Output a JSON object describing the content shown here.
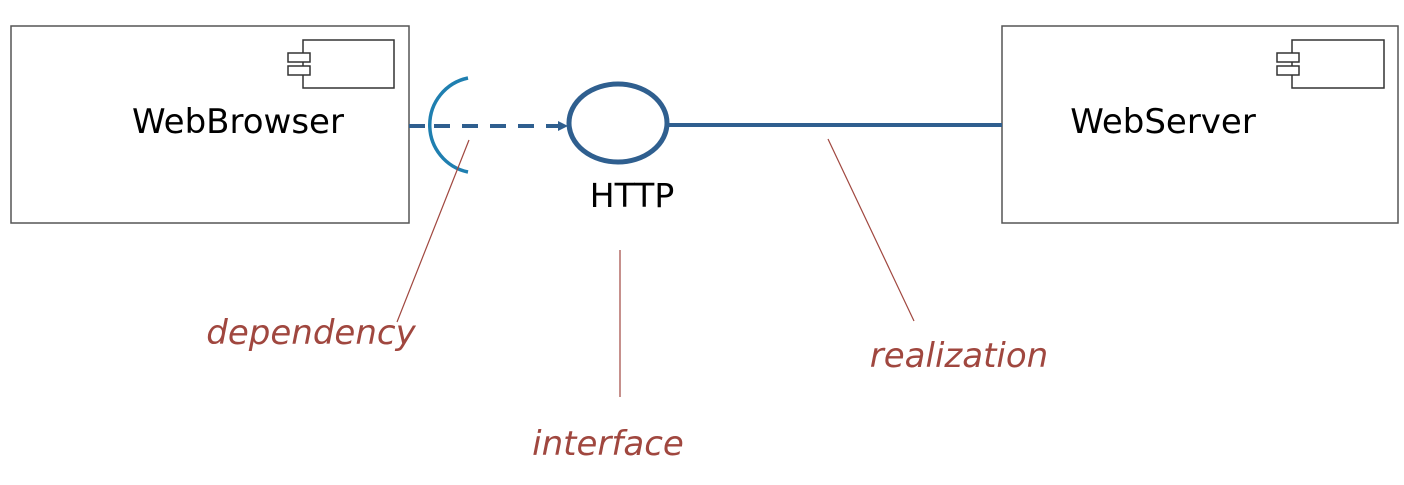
{
  "diagram": {
    "components": {
      "browser": {
        "name": "WebBrowser",
        "icon": "uml-component-icon"
      },
      "server": {
        "name": "WebServer",
        "icon": "uml-component-icon"
      }
    },
    "interface": {
      "name": "HTTP"
    },
    "annotations": {
      "dependency": "dependency",
      "interface": "interface",
      "realization": "realization"
    },
    "colors": {
      "connector": "#2f5f8f",
      "socket": "#1f7fb0",
      "annotation": "#a0473f",
      "box_border": "#555555",
      "text": "#000000"
    }
  }
}
